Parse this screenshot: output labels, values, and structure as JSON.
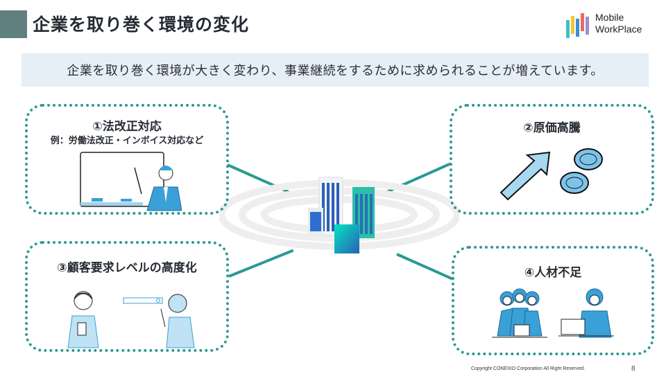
{
  "header": {
    "title": "企業を取り巻く環境の変化",
    "logo": {
      "line1": "Mobile",
      "line2": "WorkPlace",
      "icon": "mobile-workplace-logo-icon"
    }
  },
  "banner": {
    "text": "企業を取り巻く環境が大きく変わり、事業継続をするために求められることが増えています。"
  },
  "center": {
    "illustration": "office-buildings-icon"
  },
  "cards": [
    {
      "title": "①法改正対応",
      "subtitle": "例：労働法改正・インボイス対応など",
      "illustration": "presenter-whiteboard-icon"
    },
    {
      "title": "②原価高騰",
      "illustration": "rising-arrow-coins-icon"
    },
    {
      "title": "③顧客要求レベルの高度化",
      "illustration": "customers-searching-icon"
    },
    {
      "title": "④人材不足",
      "illustration": "busy-staff-icon"
    }
  ],
  "colors": {
    "accent": "#2a9a92",
    "title_square": "#5f7f80",
    "banner_bg": "#e6eef6",
    "illustration_blue": "#3aa0d8"
  },
  "footer": {
    "copyright": "Copyright CONEXIO Corporation All Right Reserved.",
    "page_number": "8"
  }
}
